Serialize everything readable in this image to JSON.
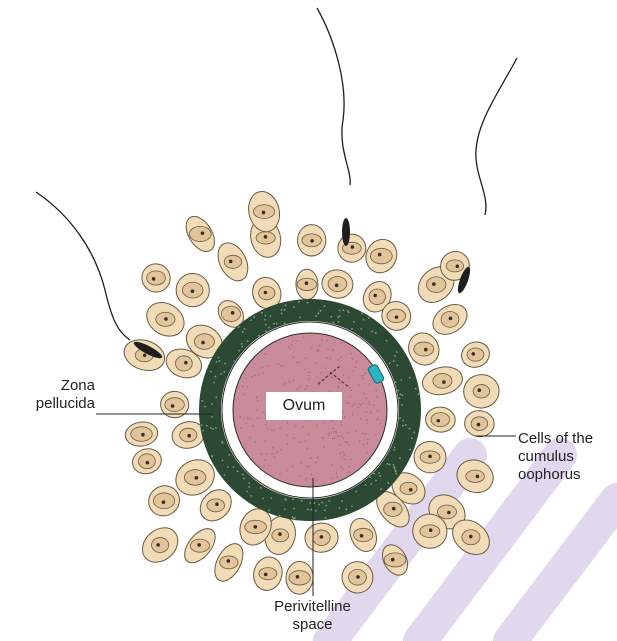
{
  "labels": {
    "zona": [
      "Zona",
      "pellucida"
    ],
    "ovum": "Ovum",
    "cumulus": [
      "Cells of the",
      "cumulus",
      "oophorus"
    ],
    "perivitelline": [
      "Perivitelline",
      "space"
    ]
  },
  "colors": {
    "cell_fill": "#f2dcb8",
    "cell_stroke": "#6a5a45",
    "nucleus": "#e2c49a",
    "zona": "#2c4a33",
    "ovum": "#c98a9a",
    "watermark": "#e2d8ee",
    "sperm_tail": "#1e1e1e",
    "acrosome": "#2ab5c4"
  }
}
